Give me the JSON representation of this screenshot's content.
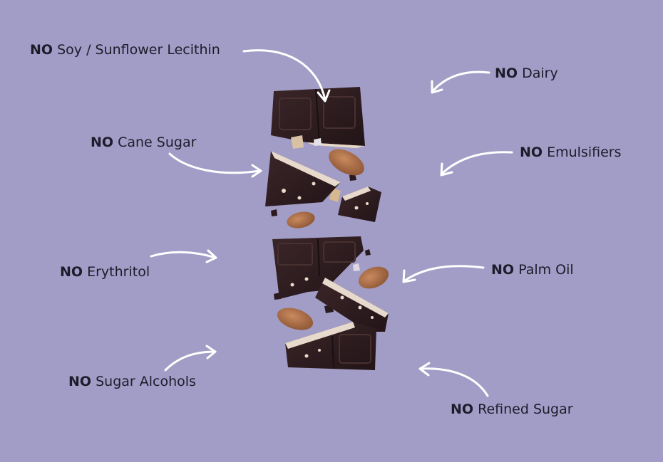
{
  "no_prefix": "NO",
  "claims": [
    {
      "text": "Soy / Sunflower Lecithin"
    },
    {
      "text": "Dairy"
    },
    {
      "text": "Cane Sugar"
    },
    {
      "text": "Emulsifiers"
    },
    {
      "text": "Erythritol"
    },
    {
      "text": "Palm Oil"
    },
    {
      "text": "Sugar Alcohols"
    },
    {
      "text": "Refined Sugar"
    }
  ],
  "colors": {
    "background": "#a29dc6",
    "text": "#1e1b2b",
    "arrow": "#ffffff",
    "chocolate": "#2b1a1e",
    "almond": "#b0744c"
  }
}
